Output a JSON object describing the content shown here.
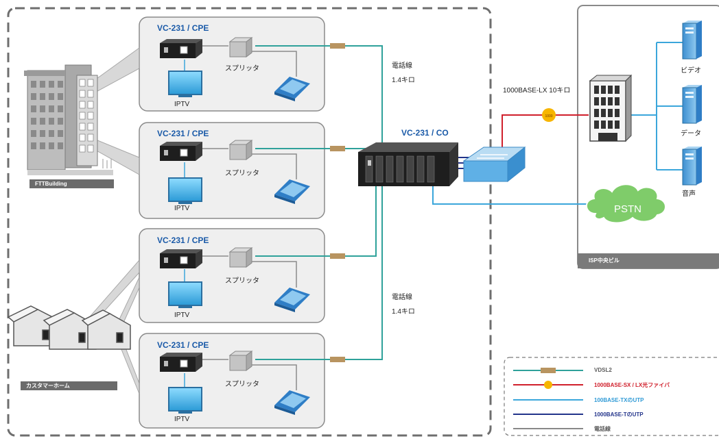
{
  "cpe_title": "VC-231 / CPE",
  "co_title": "VC-231 / CO",
  "splitter_label": "スプリッタ",
  "iptv_label": "IPTV",
  "phone_line_label": "電話線",
  "distance_label": "1.4キロ",
  "fiber_distance_label": "1000BASE-LX 10キロ",
  "fttb_label": "FTTBuilding",
  "customer_home_label": "カスタマーホーム",
  "isp_label": "ISP中央ビル",
  "server_labels": {
    "video": "ビデオ",
    "data": "データ",
    "voice": "音声"
  },
  "pstn_label": "PSTN",
  "legend": [
    {
      "text": "VDSL2",
      "color": "#5c5c5c",
      "line": "#2ea19a"
    },
    {
      "text": "1000BASE-SX / LX光ファイバ",
      "color": "#d01f2b",
      "line": "#d01f2b"
    },
    {
      "text": "100BASE-TXのUTP",
      "color": "#2f9ad6",
      "line": "#3aa6db"
    },
    {
      "text": "1000BASE-TのUTP",
      "color": "#22338a",
      "line": "#22338a"
    },
    {
      "text": "電話線",
      "color": "#5c5c5c",
      "line": "#888888"
    }
  ],
  "colors": {
    "vdsl": "#2ea19a",
    "fiber": "#d01f2b",
    "utp100": "#3aa6db",
    "utp1000": "#22338a",
    "phone": "#888888",
    "cpe_title": "#1a5aa8"
  }
}
